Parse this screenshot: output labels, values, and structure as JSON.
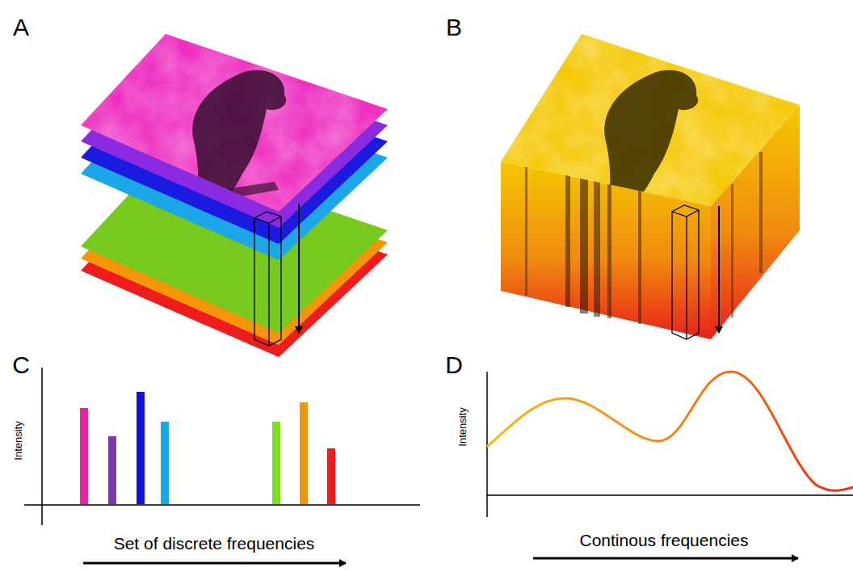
{
  "diagram": {
    "labels": [
      "A",
      "B",
      "C",
      "D",
      "Intensity",
      "Set of discrete frequencies",
      "Intensity",
      "Continous frequencies"
    ]
  }
}
